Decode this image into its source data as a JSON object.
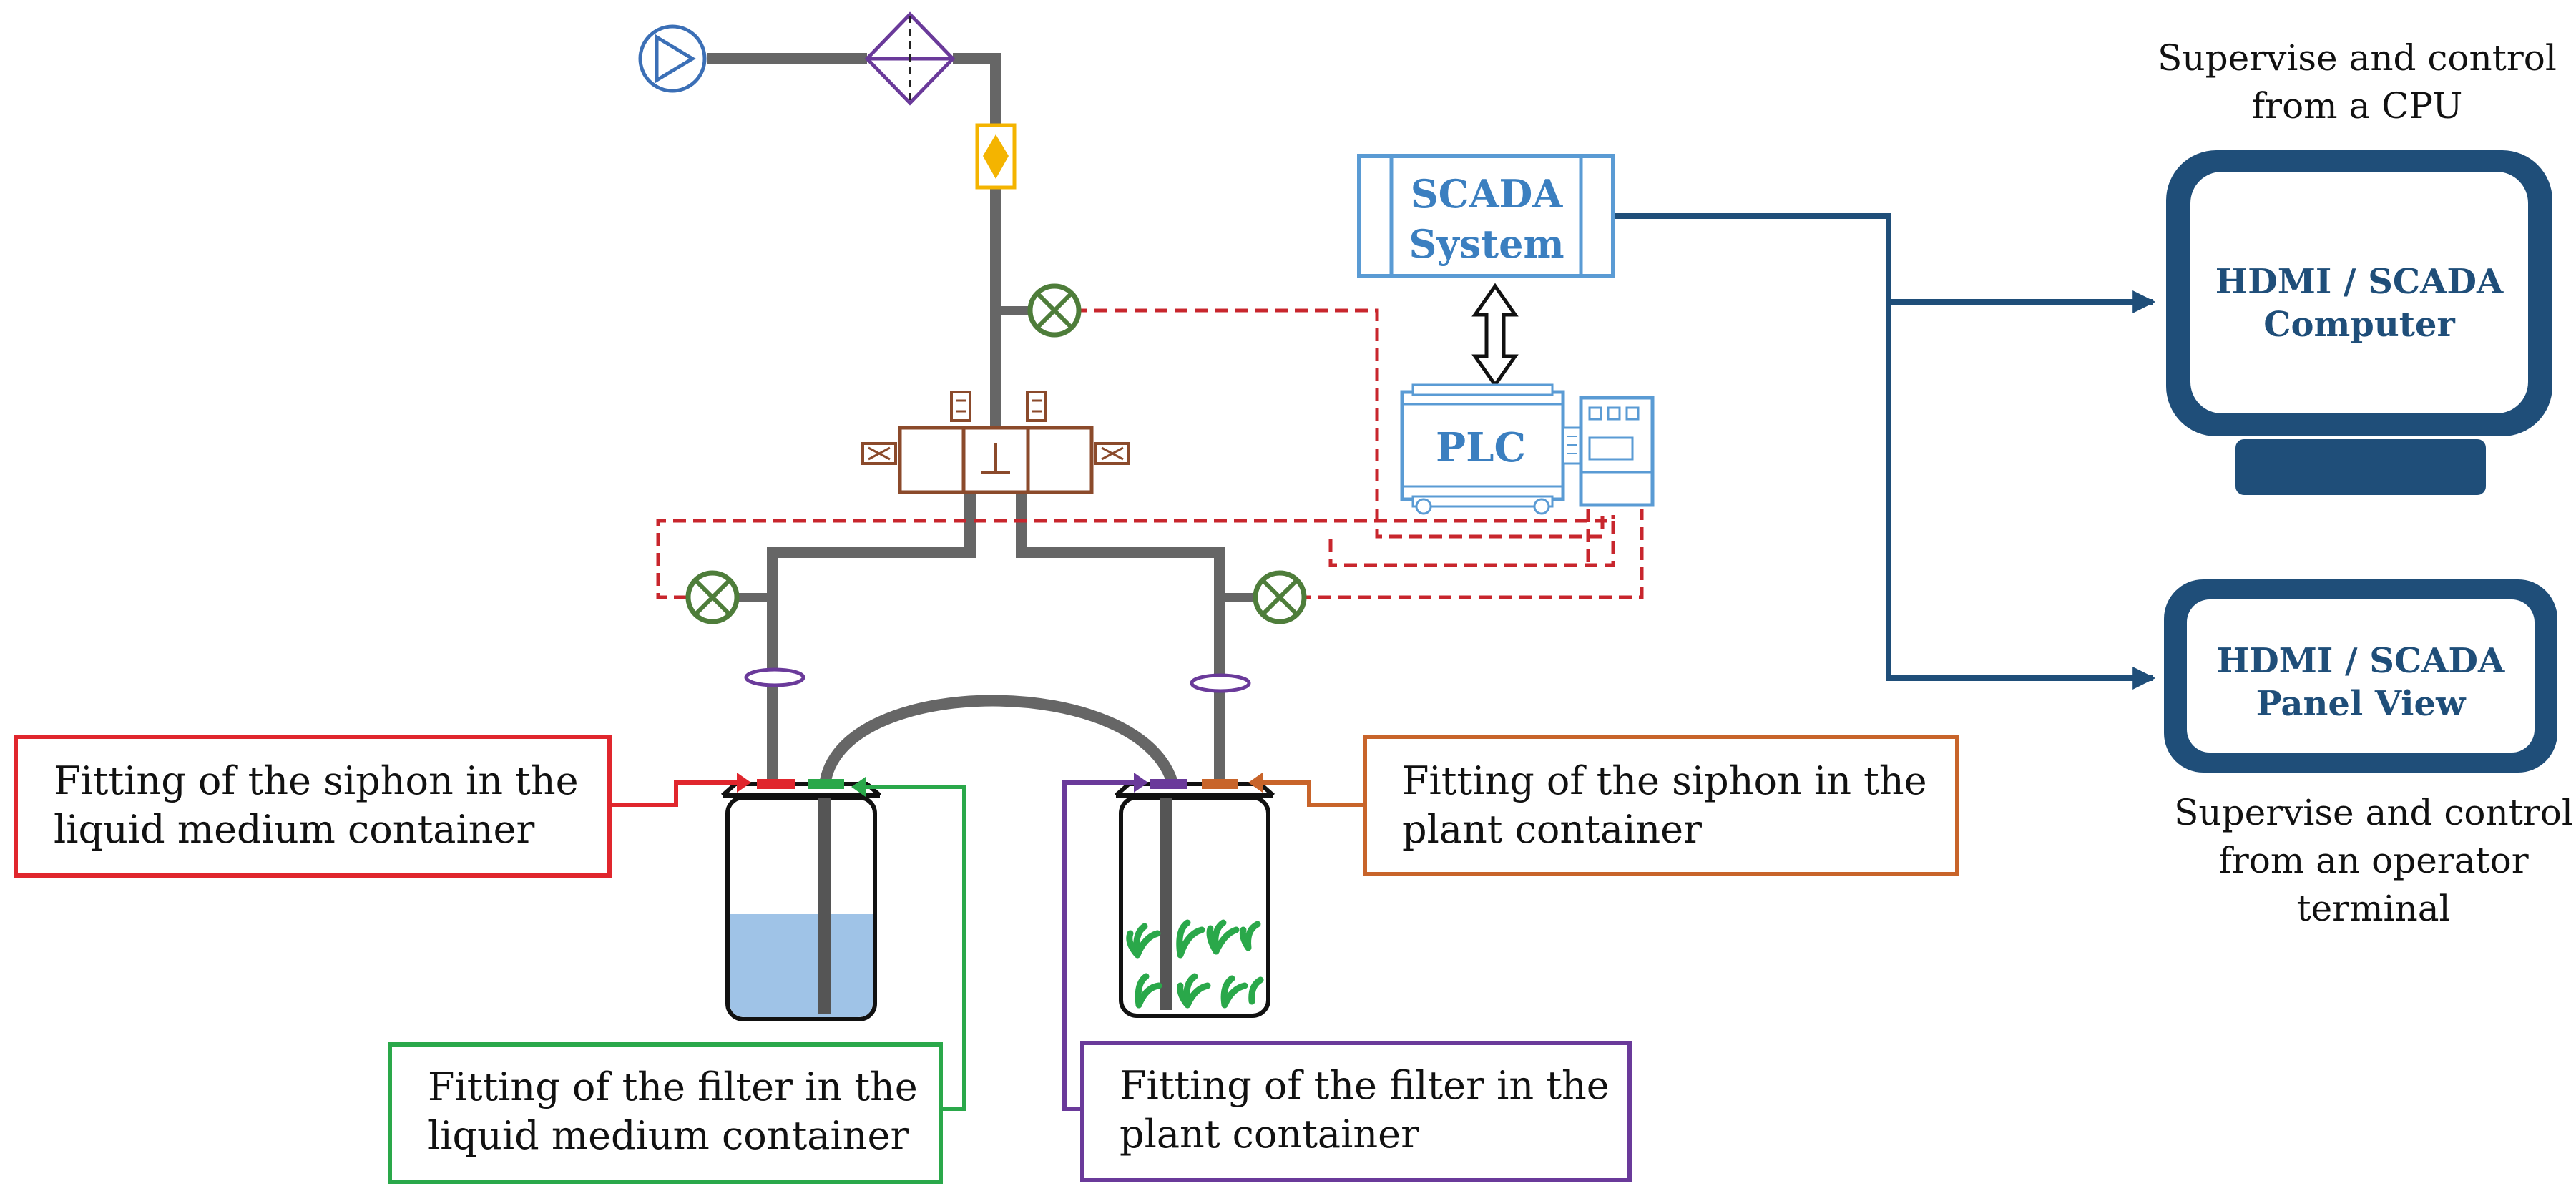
{
  "labels": {
    "siphon_liquid": [
      "Fitting of the siphon in the",
      "liquid medium container"
    ],
    "filter_liquid": [
      "Fitting of the filter in the",
      "liquid medium container"
    ],
    "filter_plant": [
      "Fitting of the filter in the",
      "plant container"
    ],
    "siphon_plant": [
      "Fitting of the siphon in the",
      "plant container"
    ]
  },
  "scada": {
    "line1": "SCADA",
    "line2": "System"
  },
  "plc": {
    "label": "PLC"
  },
  "computer": {
    "caption": [
      "Supervise and control",
      "from a CPU"
    ],
    "screen": [
      "HDMI / SCADA",
      "Computer"
    ]
  },
  "panel": {
    "screen": [
      "HDMI / SCADA",
      "Panel View"
    ],
    "caption": [
      "Supervise and control",
      "from an operator",
      "terminal"
    ]
  },
  "colors": {
    "pipe": "#666666",
    "siphon_liquid": "#e0262d",
    "filter_liquid": "#2aa84a",
    "filter_plant": "#6a3a9a",
    "siphon_plant": "#c8642a",
    "valve": "#4e7d3a",
    "control_line": "#c8262d",
    "scada": "#5a9bd4",
    "network": "#1f4e79",
    "solenoid": "#8b4a2b",
    "flow_meter": "#f4b400",
    "filter": "#6a3a9a",
    "pump": "#3b6fb6",
    "liquid": "#9fc3e7",
    "plants": "#2aa84a"
  }
}
